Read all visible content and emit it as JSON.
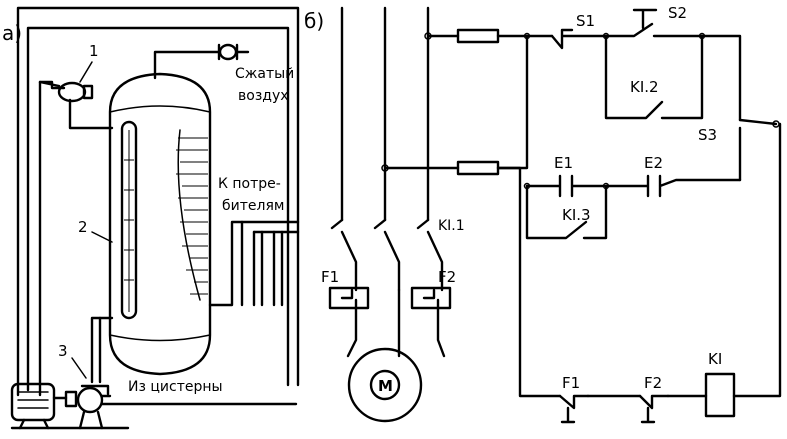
{
  "panel_a": {
    "label": "а)",
    "callouts": [
      "1",
      "2",
      "3"
    ],
    "text_compressed_air": [
      "Сжатый",
      "воздух"
    ],
    "text_to_consumers": [
      "К потре-",
      "бителям"
    ],
    "text_from_tank": "Из цистерны"
  },
  "panel_b": {
    "label": "б)",
    "switch_s1": "S1",
    "switch_s2": "S2",
    "switch_s3": "S3",
    "contact_k12": "KI.2",
    "contact_k13": "KI.3",
    "contact_k11": "KI.1",
    "sensor_e1": "E1",
    "sensor_e2": "E2",
    "fuse_f1": "F1",
    "fuse_f2": "F2",
    "relay_f1": "F1",
    "relay_f2": "F2",
    "coil_k1": "KI",
    "motor": "M"
  }
}
